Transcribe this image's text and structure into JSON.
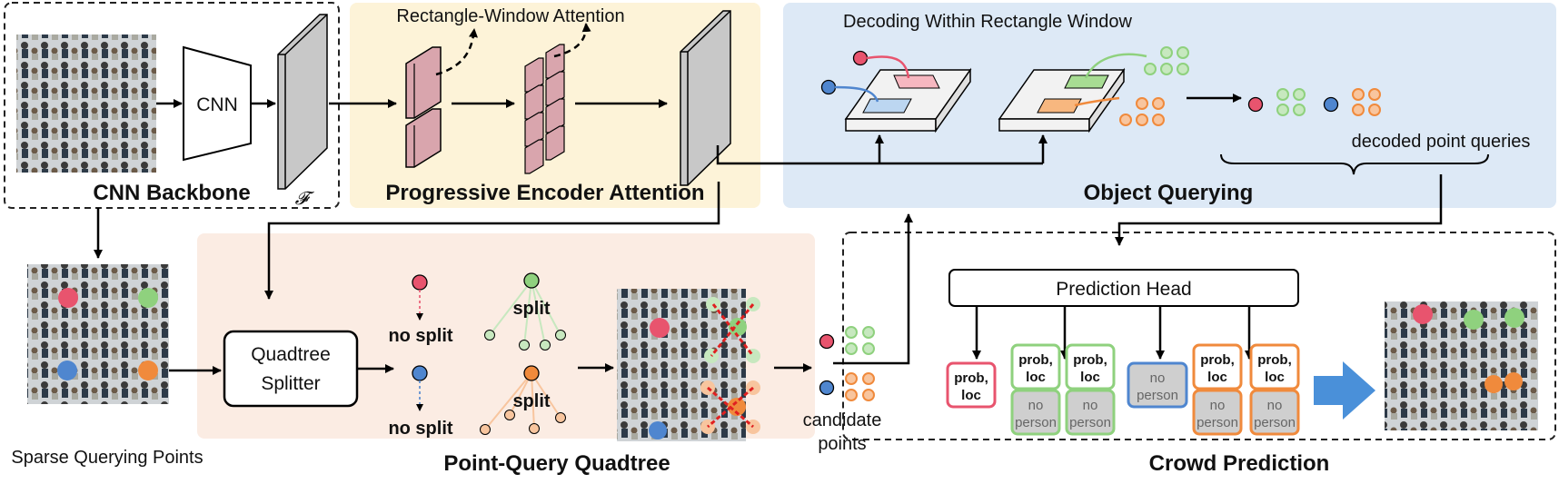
{
  "sections": {
    "cnn_backbone": "CNN Backbone",
    "encoder": "Progressive Encoder Attention",
    "object_querying": "Object Querying",
    "quadtree": "Point-Query Quadtree",
    "crowd_prediction": "Crowd Prediction"
  },
  "labels": {
    "cnn": "CNN",
    "feature_symbol": "𝓕",
    "rect_window_attention": "Rectangle-Window Attention",
    "decoding_within_window": "Decoding Within Rectangle Window",
    "decoded_point_queries": "decoded point queries",
    "sparse_querying_points": "Sparse Querying Points",
    "quadtree_splitter_line1": "Quadtree",
    "quadtree_splitter_line2": "Splitter",
    "no_split": "no split",
    "split": "split",
    "candidate_points_line1": "candidate",
    "candidate_points_line2": "points",
    "prediction_head": "Prediction Head"
  },
  "prediction_cards": {
    "prob_loc_line1": "prob,",
    "prob_loc_line2": "loc",
    "no_person_line1": "no",
    "no_person_line2": "person"
  },
  "colors": {
    "red": "#e8546e",
    "green": "#8fd17e",
    "blue": "#4f86cf",
    "orange": "#f08a3c",
    "encoder_bg": "#fdf3d8",
    "querying_bg": "#dde9f6",
    "quadtree_bg": "#fbece3",
    "feature_gray": "#c8c8c8",
    "attn_pink": "#d9a5ad",
    "big_arrow": "#4a90d9"
  }
}
